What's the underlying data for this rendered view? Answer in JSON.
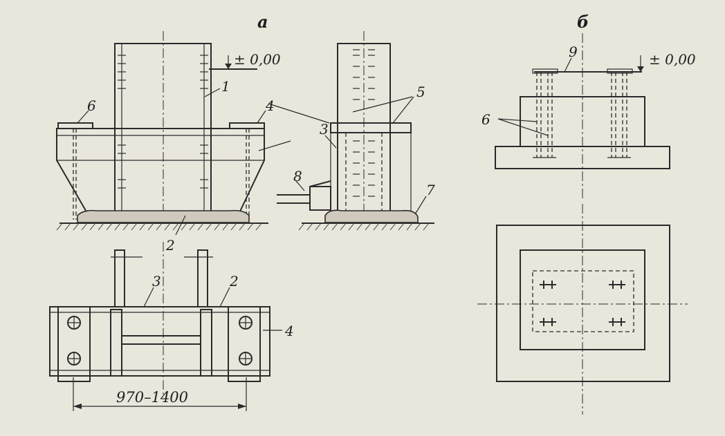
{
  "views": {
    "a": "а",
    "b": "б"
  },
  "labels": {
    "elevation_a": "± 0,00",
    "elevation_b": "± 0,00",
    "n1": "1",
    "n2_upper": "2",
    "n2_lower": "2",
    "n3_upper": "3",
    "n3_lower": "3",
    "n4_upper": "4",
    "n4_lower": "4",
    "n5": "5",
    "n6_a": "6",
    "n6_b": "6",
    "n7": "7",
    "n8": "8",
    "n9": "9"
  },
  "dimension": "970–1400",
  "colors": {
    "paper": "#e9e6dc",
    "ink": "#2a2a2a",
    "grout": "#cfcabd"
  }
}
